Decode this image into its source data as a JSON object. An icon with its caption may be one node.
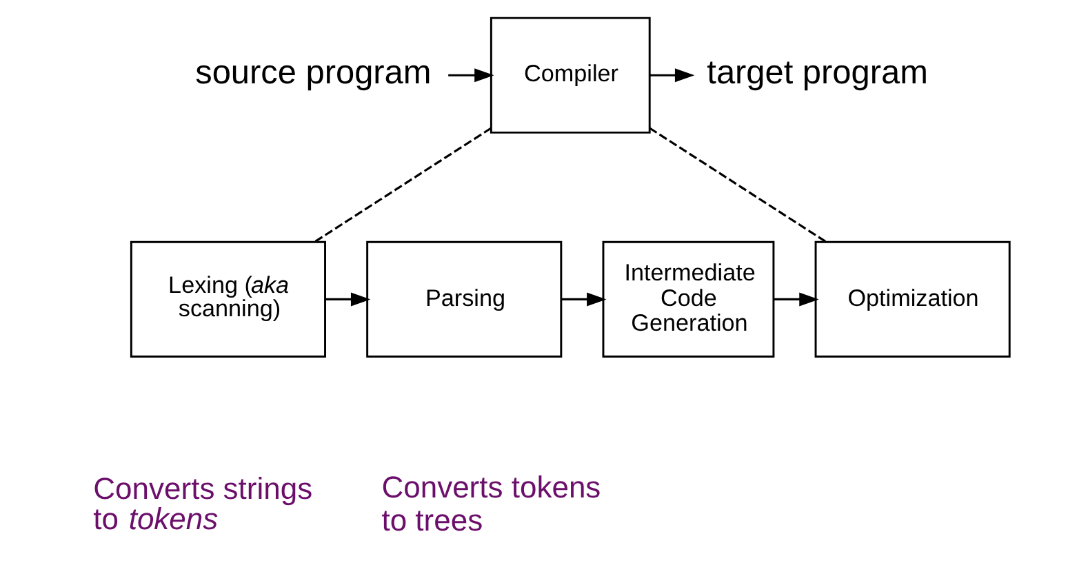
{
  "diagram": {
    "nodes": [
      {
        "text": [
          "source program"
        ]
      },
      {
        "text": [
          "Compiler"
        ]
      },
      {
        "text": [
          "target program"
        ]
      },
      {
        "text": [
          "Lexing (*aka* scanning)"
        ],
        "beside": [
          "Converts strings to *tokens*"
        ]
      },
      {
        "text": [
          "Parsing"
        ],
        "beside": [
          "Converts tokens to trees"
        ]
      },
      {
        "text": [
          "Intermediate Code Generation"
        ]
      },
      {
        "text": [
          "Optimization"
        ]
      }
    ],
    "edges": [
      {
        "from": 0,
        "to": 1,
        "arrow": "to"
      },
      {
        "from": 1,
        "to": 2,
        "arrow": "to"
      },
      {
        "from": 1,
        "to": 3,
        "arrow": "none",
        "style": "dashed"
      },
      {
        "from": 1,
        "to": 6,
        "arrow": "none",
        "style": "dashed"
      },
      {
        "from": 3,
        "to": 4,
        "arrow": "to"
      },
      {
        "from": 4,
        "to": 5,
        "arrow": "to"
      },
      {
        "from": 5,
        "to": 6,
        "arrow": "to"
      }
    ]
  }
}
